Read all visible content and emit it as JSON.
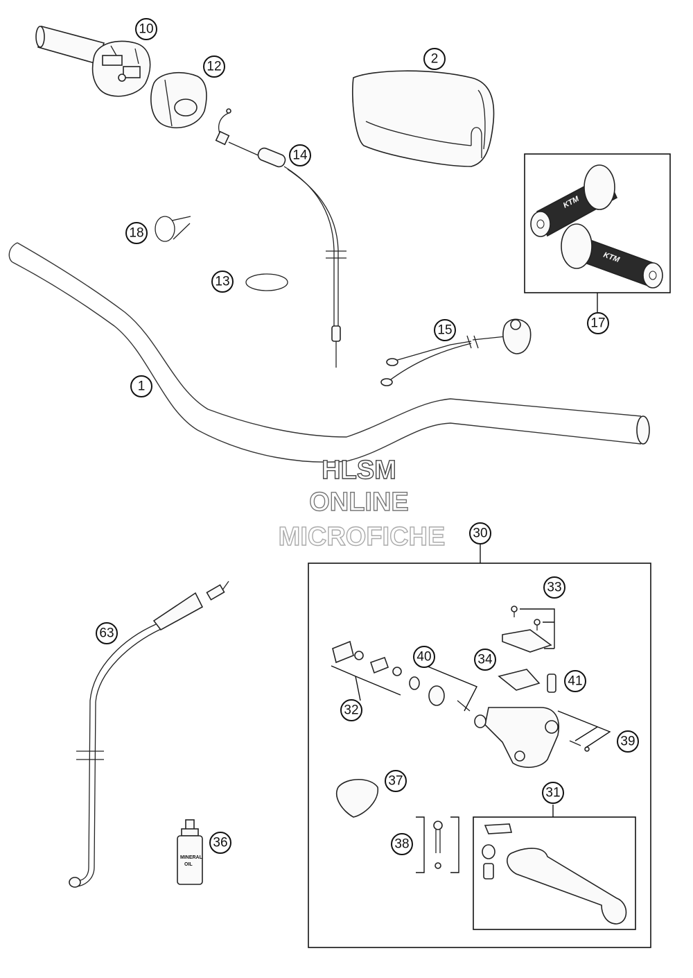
{
  "callouts": [
    "1",
    "2",
    "10",
    "12",
    "13",
    "14",
    "15",
    "17",
    "18",
    "30",
    "31",
    "32",
    "33",
    "34",
    "36",
    "37",
    "38",
    "39",
    "40",
    "41",
    "63"
  ],
  "watermark": {
    "line1": "HLSM",
    "line2": "ONLINE",
    "line3": "MICROFICHE"
  },
  "grip_logo": "KTM",
  "bottle_label": [
    "MINERAL",
    "OIL"
  ],
  "colors": {
    "line": "#222222",
    "background": "#ffffff",
    "watermark_stroke_1": "#444444",
    "watermark_stroke_2": "#777777",
    "watermark_stroke_3": "#aaaaaa"
  }
}
